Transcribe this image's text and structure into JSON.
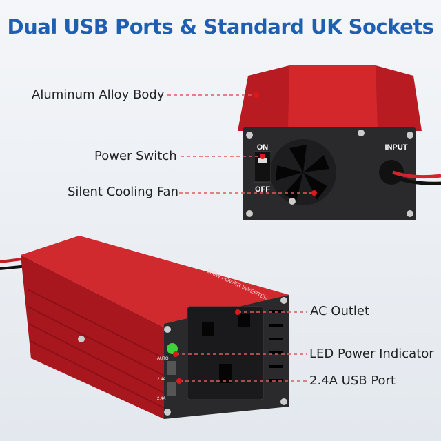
{
  "title": "Dual USB Ports &  Standard UK Sockets",
  "callouts": {
    "body": "Aluminum Alloy Body",
    "switch": "Power Switch",
    "fan": "Silent Cooling Fan",
    "outlet": "AC Outlet",
    "led": "LED Power Indicator",
    "usb": "2.4A USB Port"
  },
  "device_back": {
    "on": "ON",
    "off": "OFF",
    "input": "INPUT"
  },
  "device_front": {
    "model": "300W POWER INVERTER",
    "usb_top": "AUTO",
    "usb_mid": "2.4A",
    "usb_bot": "2.4A"
  },
  "colors": {
    "title": "#1e5fb3",
    "body_red": "#c41e24",
    "face": "#2a2a2c",
    "callout_dot": "#e0161d"
  }
}
